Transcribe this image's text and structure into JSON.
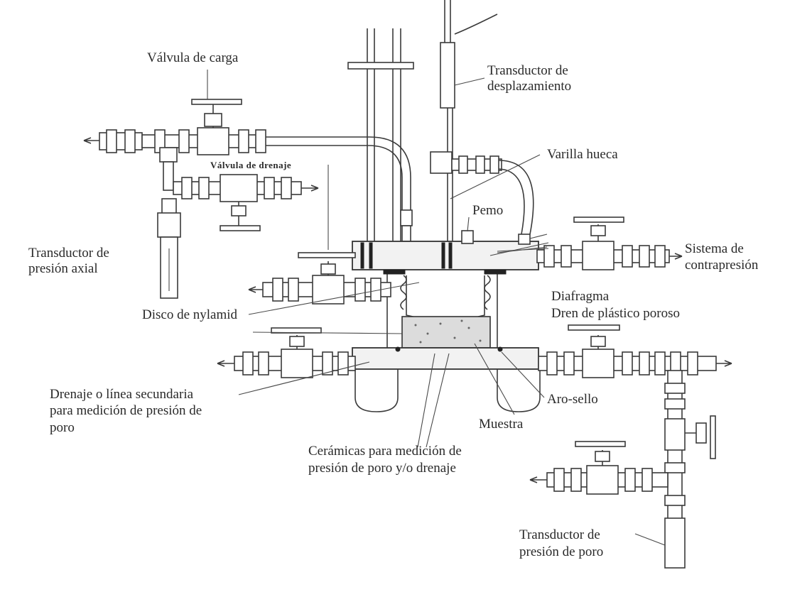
{
  "labels": {
    "valvula_carga": "Válvula de carga",
    "transductor_desplazamiento_1": "Transductor de",
    "transductor_desplazamiento_2": "desplazamiento",
    "varilla_hueca": "Varilla hueca",
    "valvula_drenaje": "Válvula de drenaje",
    "pemo": "Pemo",
    "transductor_axial_1": "Transductor de",
    "transductor_axial_2": "presión axial",
    "sistema_contrapresion_1": "Sistema de",
    "sistema_contrapresion_2": "contrapresión",
    "diafragma": "Diafragma",
    "disco_nylamid": "Disco de nylamid",
    "dren_plastico": "Dren de plástico poroso",
    "drenaje_1": "Drenaje o línea secundaria",
    "drenaje_2": "para medición de presión de",
    "drenaje_3": "poro",
    "aro_sello": "Aro-sello",
    "muestra": "Muestra",
    "ceramicas_1": "Cerámicas para medición de",
    "ceramicas_2": "presión de poro y/o drenaje",
    "transductor_poro_1": "Transductor de",
    "transductor_poro_2": "presión de poro"
  }
}
